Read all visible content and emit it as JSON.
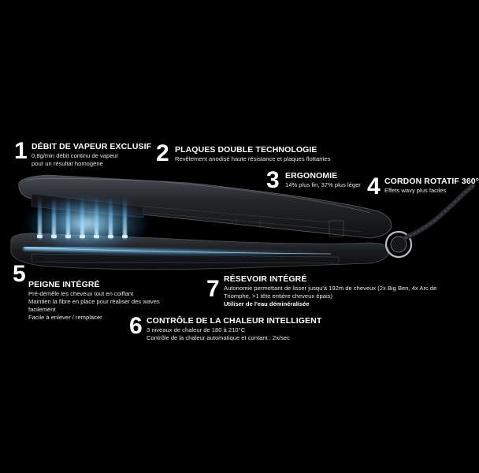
{
  "features": [
    {
      "number": "1",
      "title": "DÉBIT DE VAPEUR EXCLUSIF",
      "lines": [
        "0,8g/min débit continu de vapeur",
        "pour un résultat homogène"
      ]
    },
    {
      "number": "2",
      "title": "PLAQUES DOUBLE TECHNOLOGIE",
      "lines": [
        "Revêtement anodisé haute résistance et plaques flottantes"
      ]
    },
    {
      "number": "3",
      "title": "ERGONOMIE",
      "lines": [
        "14% plus fin, 37% plus léger"
      ]
    },
    {
      "number": "4",
      "title": "CORDON ROTATIF 360°",
      "lines": [
        "Effets wavy plus faciles"
      ]
    },
    {
      "number": "5",
      "title": "PEIGNE INTÉGRÉ",
      "lines": [
        "Pré-démêle les cheveux tout en coiffant",
        "Maintien la fibre en place pour réaliser des waves",
        "facilement",
        "Facile à enlever / remplacer"
      ]
    },
    {
      "number": "6",
      "title": "CONTRÔLE DE LA CHALEUR INTELLIGENT",
      "lines": [
        "3 niveaux de chaleur de 180 à 210°C",
        "Contrôle de la chaleur automatique et contant : 2x/sec"
      ]
    },
    {
      "number": "7",
      "title": "RÉSEVOIR INTÉGRÉ",
      "lines": [
        "Autonomie permettant de lisser jusqu'à 192m de cheveux (2x Big Ben, 4x Arc de",
        "Triomphe, >1 tête entière cheveux épais)"
      ],
      "note": "Utiliser de l'eau déminéralisée"
    }
  ],
  "colors": {
    "background": "#000000",
    "steam": "#6fc8ff",
    "body": "#1c1e22"
  }
}
